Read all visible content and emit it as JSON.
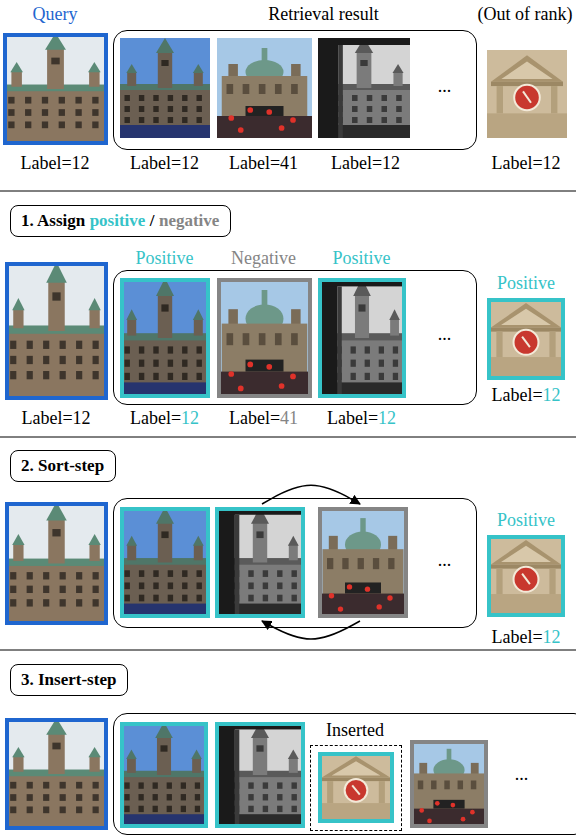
{
  "diagram": {
    "nodes": [
      {
        "text": [
          "Query",
          "Label=12"
        ]
      },
      {
        "text": [
          "Retrieval result",
          "..."
        ]
      },
      {
        "text": [
          "Label=12"
        ],
        "in": 1
      },
      {
        "text": [
          "Label=41"
        ],
        "in": 1
      },
      {
        "text": [
          "Label=12"
        ],
        "in": 1
      },
      {
        "text": [
          "(Out of rank)",
          "Label=12"
        ]
      },
      {
        "text": [
          "1. Assign",
          "positive",
          "/",
          "negative"
        ]
      },
      {
        "text": [
          "Label=12"
        ]
      },
      {
        "text": [
          "..."
        ]
      },
      {
        "text": [
          "Positive",
          "Label=",
          "12"
        ],
        "in": 8
      },
      {
        "text": [
          "Negative",
          "Label=",
          "41"
        ],
        "in": 8
      },
      {
        "text": [
          "Positive",
          "Label=",
          "12"
        ],
        "in": 8
      },
      {
        "text": [
          "Positive",
          "Label=",
          "12"
        ]
      },
      {
        "text": [
          "2. Sort-step"
        ]
      },
      {
        "text": [
          "..."
        ]
      },
      {
        "text": [
          "Positive",
          "Label=",
          "12"
        ]
      },
      {
        "text": [
          "3. Insert-step"
        ]
      },
      {
        "text": [
          "..."
        ]
      },
      {
        "text": [
          "Inserted"
        ],
        "in": 17
      }
    ]
  }
}
